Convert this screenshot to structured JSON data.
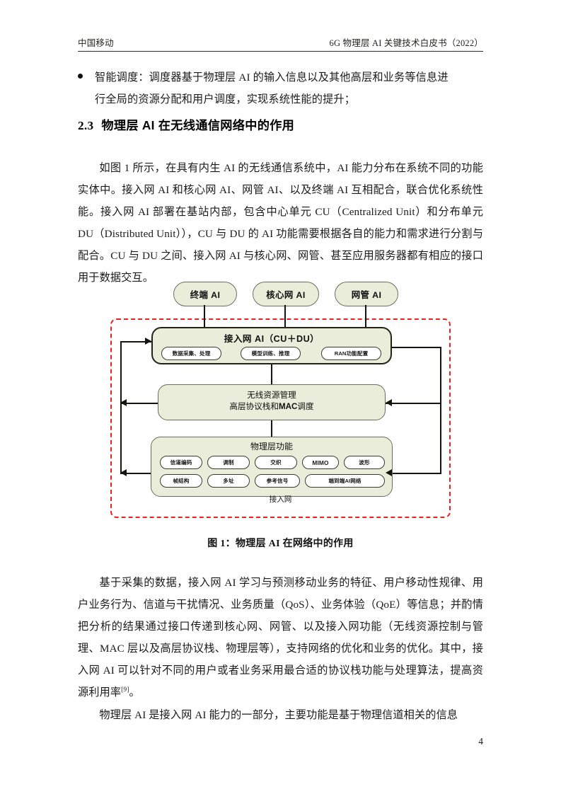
{
  "header": {
    "left": "中国移动",
    "right": "6G 物理层 AI 关键技术白皮书（2022）"
  },
  "bullet": {
    "line1": "智能调度：调度器基于物理层 AI 的输入信息以及其他高层和业务等信息进",
    "line2": "行全局的资源分配和用户调度，实现系统性能的提升；"
  },
  "section": {
    "number": "2.3",
    "title": "物理层 AI 在无线通信网络中的作用"
  },
  "paragraphs": {
    "p1": "如图 1 所示，在具有内生 AI 的无线通信系统中，AI 能力分布在系统不同的功能实体中。接入网 AI 和核心网 AI、网管 AI、以及终端 AI 互相配合，联合优化系统性能。接入网 AI 部署在基站内部，包含中心单元 CU（Centralized Unit）和分布单元 DU（Distributed Unit）），CU 与 DU 的 AI 功能需要根据各自的能力和需求进行分割与配合。CU 与 DU 之间、接入网 AI 与核心网、网管、甚至应用服务器都有相应的接口用于数据交互。",
    "p2_before_sup": "基于采集的数据，接入网 AI 学习与预测移动业务的特征、用户移动性规律、用户业务行为、信道与干扰情况、业务质量（QoS）、业务体验（QoE）等信息；并酌情把分析的结果通过接口传递到核心网、网管、以及接入网功能（无线资源控制与管理、MAC 层以及高层协议栈、物理层等），支持网络的优化和业务的优化。其中，接入网 AI 可以针对不同的用户或者业务采用最合适的协议栈功能与处理算法，提高资源利用率",
    "p2_sup": "[9]",
    "p2_after_sup": "。",
    "p3": "物理层 AI 是接入网 AI 能力的一部分，主要功能是基于物理信道相关的信息"
  },
  "figure": {
    "entities": [
      {
        "label": "终端 AI"
      },
      {
        "label": "核心网 AI"
      },
      {
        "label": "网管 AI"
      }
    ],
    "ran_ai": {
      "title": "接入网 AI（CU＋DU）",
      "functions": [
        "数据采集、处理",
        "模型训练、推理",
        "RAN功能配置"
      ]
    },
    "rrm": {
      "line1": "无线资源管理",
      "line2_a": "高层协议栈和",
      "line2_b": "MAC",
      "line2_c": "调度"
    },
    "phy": {
      "title": "物理层功能",
      "row1": [
        "信道编码",
        "调制",
        "交织",
        "MIMO",
        "波形"
      ],
      "row2": [
        "帧结构",
        "多址",
        "参考信号",
        "端到端AI网络"
      ]
    },
    "boundary_label": "接入网",
    "caption": "图 1：物理层 AI 在网络中的作用",
    "colors": {
      "box_fill": "#e9edda",
      "box_stroke": "#6d6d5f",
      "boundary_dashed": "#e8231f",
      "connector": "#15150f",
      "pill_fill": "#ffffff"
    }
  },
  "page_number": "4"
}
